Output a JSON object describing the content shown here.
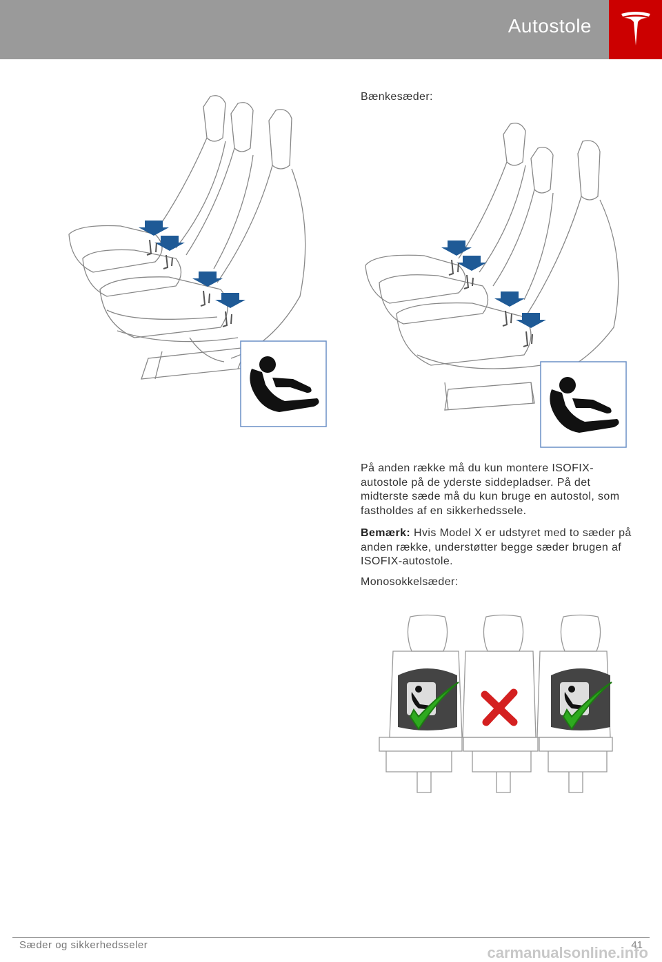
{
  "header": {
    "title": "Autostole",
    "logo": "tesla-logo"
  },
  "content": {
    "bench_label": "Bænkesæder:",
    "para1": "På anden række må du kun montere ISOFIX-autostole på de yderste siddepladser. På det midterste sæde må du kun bruge en autostol, som fastholdes af en sikkerhedssele.",
    "note_label": "Bemærk:",
    "note_text": " Hvis Model X er udstyret med to sæder på anden række, understøtter begge sæder brugen af ISOFIX-autostole.",
    "mono_label": "Monosokkelsæder:"
  },
  "footer": {
    "section": "Sæder og sikkerhedsseler",
    "page": "41"
  },
  "watermark": "carmanualsonline.info",
  "colors": {
    "header_bg": "#9a9a9a",
    "logo_bg": "#cc0000",
    "arrow": "#1f5a96",
    "check": "#2eaa1f",
    "cross": "#d42020"
  }
}
